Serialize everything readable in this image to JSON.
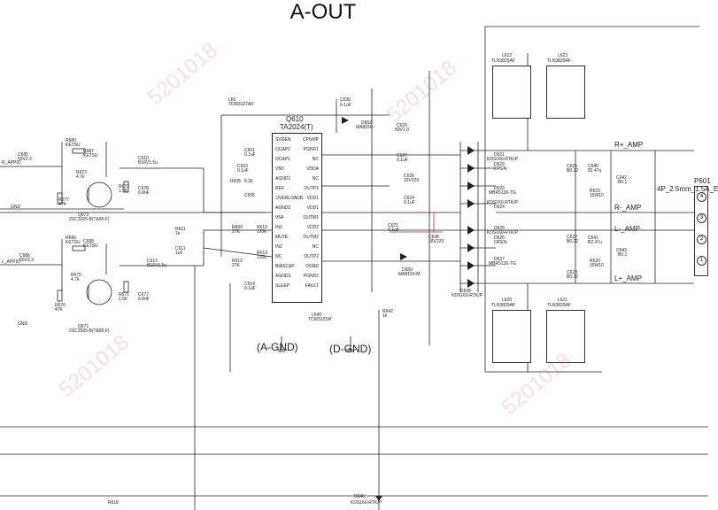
{
  "title": "A-OUT",
  "ic": {
    "ref": "Q610",
    "part": "TA2024(T)",
    "left_pins": [
      "SVGEN",
      "OCAP2",
      "OCAP1",
      "V5D",
      "AGND1",
      "REF",
      "OVERLOADB",
      "AGND2",
      "V5A",
      "IN1",
      "MUTE",
      "IN2",
      "NC",
      "BIASCAP",
      "AGND3",
      "SLEEP"
    ],
    "right_pins": [
      "CPUMP",
      "PGND1",
      "NC",
      "VDDA",
      "NC",
      "OUTP1",
      "VDD1",
      "VDD1",
      "OUTM1",
      "VDD2",
      "OUTM2",
      "NC",
      "OUTP2",
      "DGND",
      "PGND2",
      "FAULT"
    ]
  },
  "ground_labels": {
    "analog": "(A-GND)",
    "digital": "(D-GND)"
  },
  "outputs": {
    "r_plus": "R+_AMP",
    "r_minus": "R-_AMP",
    "l_minus": "L-_AMP",
    "l_plus": "L+_AMP"
  },
  "connector": {
    "ref": "P601",
    "spec": "4P_2.5mm_1.5A_E",
    "pins": [
      "4",
      "3",
      "2",
      "1"
    ]
  },
  "left_labels": [
    "R_APPIO",
    "GND",
    "L_APPIO",
    "GND"
  ],
  "components": [
    "C685",
    "50V2.2",
    "R680",
    "KETSU",
    "C687",
    "KETSU",
    "R672",
    "4.7k",
    "R677",
    "47K",
    "Q672",
    "2SC3326-B(TE85,F)",
    "R673",
    "1.5K",
    "C610",
    "B16V1.5u",
    "C678",
    "6.8nF",
    "R611",
    "1k",
    "C611",
    "1uF",
    "C686",
    "50V3.3",
    "R680",
    "KETSU",
    "C688",
    "KETSU",
    "R670",
    "4.7k",
    "R676",
    "47K",
    "Q671",
    "2SC3326-B(TE85,F)",
    "R671",
    "1.5K",
    "C677",
    "6.8nF",
    "C613",
    "B16V1.5u",
    "L60",
    "TDM3127A0",
    "C630",
    "0.1uF",
    "D652",
    "MA8150-",
    "C629",
    "50V1.0",
    "C601",
    "0.1uF",
    "C603",
    "0.1uF",
    "R605",
    "8.2k",
    "C605",
    "R609",
    "27K",
    "R610",
    "120k",
    "R612",
    "27K",
    "R613",
    "120k",
    "C614",
    "0.1uF",
    "C627",
    "0.1uF",
    "C626",
    "16V220",
    "C624",
    "0.1uF",
    "C621",
    "0.1uF",
    "C628",
    "16V220",
    "D650",
    "MA8150-M",
    "R642",
    "1k",
    "L640",
    "TCM3121M",
    "D621",
    "KDS160-RTK/P",
    "D622",
    "OPEN",
    "D623",
    "MBR5130-TG",
    "D624",
    "KDS160-RTK/P",
    "D625",
    "KDS160-RTK/P",
    "D626",
    "OPEN",
    "D627",
    "MBR5130-TG",
    "D628",
    "KDS160-RTK/P",
    "C625",
    "B0.22",
    "C640",
    "82.47u",
    "C642",
    "B0.1",
    "R623",
    "15W10",
    "C622",
    "B0.22",
    "C641",
    "B2.47u",
    "C643",
    "B0.1",
    "R620",
    "15W10",
    "C623",
    "B0.22",
    "L622",
    "TLN3829AF",
    "L620",
    "TLN3829AF",
    "L621",
    "TLN3829AF",
    "L623",
    "TLN3829AF",
    "D640",
    "KDS160-RTK/P",
    "R618"
  ]
}
